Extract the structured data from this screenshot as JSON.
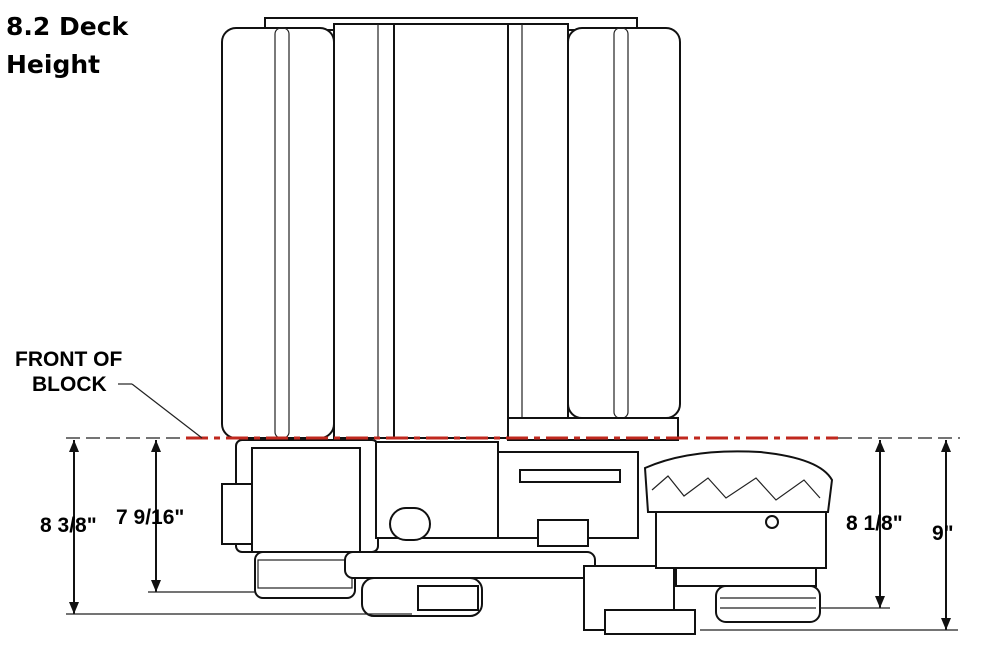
{
  "title": {
    "line1": "8.2 Deck",
    "line2": "Height"
  },
  "callout": {
    "line1": "FRONT OF",
    "line2": "BLOCK"
  },
  "dimensions": {
    "left_outer": "8 3/8\"",
    "left_inner": "7 9/16\"",
    "right_inner": "8 1/8\"",
    "right_outer": "9\""
  },
  "colors": {
    "front_of_block_line": "#c0281e",
    "drawing": "#111111"
  }
}
